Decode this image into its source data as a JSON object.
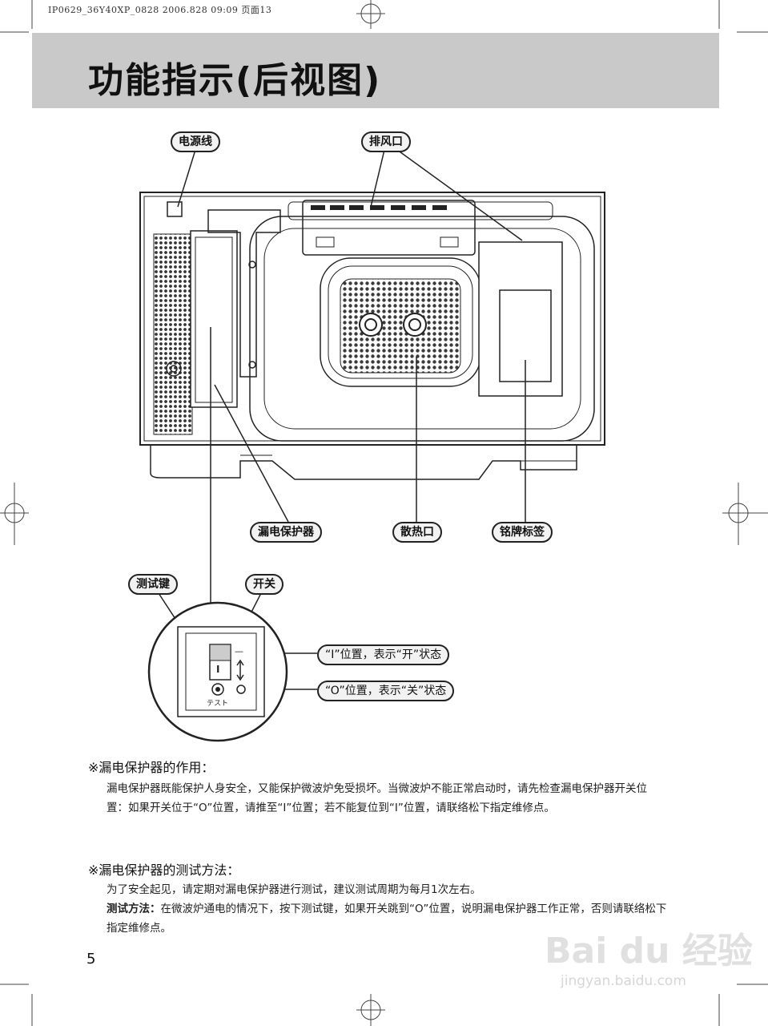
{
  "print_header": "IP0629_36Y40XP_0828  2006.828 09:09  页面13",
  "title": "功能指示(后视图)",
  "callouts": {
    "power_cord": "电源线",
    "exhaust": "排风口",
    "leakage_protector": "漏电保护器",
    "heat_vent": "散热口",
    "nameplate": "铭牌标签",
    "test_key": "测试键",
    "switch": "开关"
  },
  "switch_states": {
    "on": "“I”位置，表示“开”状态",
    "off": "“O”位置，表示“关”状态"
  },
  "switch_detail": {
    "test_label": "テスト",
    "on_symbol": "I",
    "on_mark": "—",
    "off_mark": "O"
  },
  "section1": {
    "heading": "※漏电保护器的作用：",
    "body": "漏电保护器既能保护人身安全，又能保护微波炉免受损坏。当微波炉不能正常启动时，请先检查漏电保护器开关位置：如果开关位于“O”位置，请推至“I”位置；若不能复位到“I”位置，请联络松下指定维修点。"
  },
  "section2": {
    "heading": "※漏电保护器的测试方法：",
    "line1": "为了安全起见，请定期对漏电保护器进行测试，建议测试周期为每月1次左右。",
    "method_label": "测试方法：",
    "method_text": "在微波炉通电的情况下，按下测试键，如果开关跳到“O”位置，说明漏电保护器工作正常，否则请联络松下指定维修点。"
  },
  "page_number": "5",
  "watermark": {
    "main": "Bai du 经验",
    "sub": "jingyan.baidu.com"
  }
}
